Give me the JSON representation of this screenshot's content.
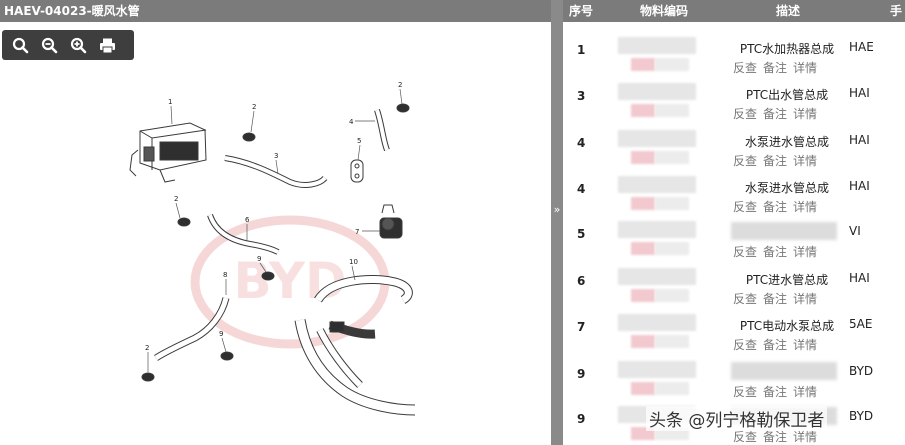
{
  "left_panel": {
    "title": "HAEV-04023-暖风水管",
    "toolbar": [
      {
        "icon": "zoom-icon"
      },
      {
        "icon": "zoom-out-icon"
      },
      {
        "icon": "zoom-in-icon"
      },
      {
        "icon": "print-icon"
      }
    ],
    "diagram": {
      "callouts": [
        "1",
        "2",
        "2",
        "3",
        "4",
        "5",
        "6",
        "7",
        "8",
        "9",
        "9",
        "10",
        "2"
      ],
      "logo_text": "BYD",
      "colors": {
        "line": "#3a3a3a",
        "logo": "#f0b8b8"
      }
    }
  },
  "splitter": {
    "icon": "double-chevron-right-icon",
    "glyph": "»"
  },
  "table": {
    "headers": [
      "序号",
      "物料编码",
      "描述",
      "手"
    ],
    "action_labels": {
      "a": "反查",
      "b": "备注",
      "c": "详情"
    },
    "rows": [
      {
        "seq": "1",
        "desc": "PTC水加热器总成",
        "hand": "HAE"
      },
      {
        "seq": "3",
        "desc": "PTC出水管总成",
        "hand": "HAI"
      },
      {
        "seq": "4",
        "desc": "水泵进水管总成",
        "hand": "HAI"
      },
      {
        "seq": "4",
        "desc": "水泵进水管总成",
        "hand": "HAI"
      },
      {
        "seq": "5",
        "desc": "",
        "hand": "VI"
      },
      {
        "seq": "6",
        "desc": "PTC进水管总成",
        "hand": "HAI"
      },
      {
        "seq": "7",
        "desc": "PTC电动水泵总成",
        "hand": "5AE"
      },
      {
        "seq": "9",
        "desc": "",
        "hand": "BYD"
      },
      {
        "seq": "9",
        "desc": "",
        "hand": "BYD"
      }
    ]
  },
  "watermark": "头条 @列宁格勒保卫者"
}
